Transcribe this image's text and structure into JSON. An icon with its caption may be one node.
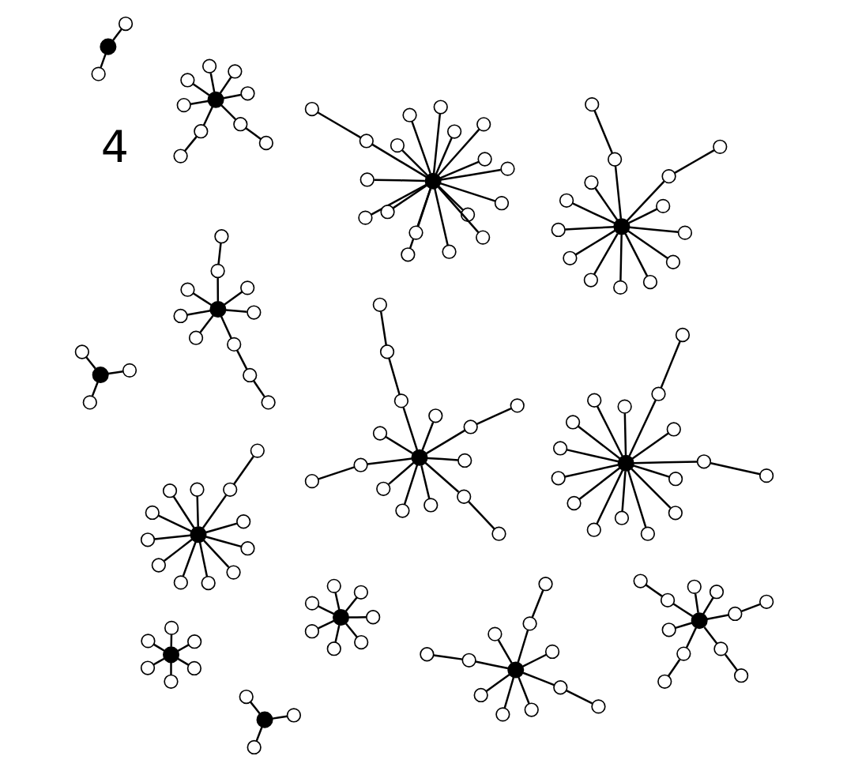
{
  "diagram": {
    "nodes": [
      {
        "text": [],
        "shape": "circle"
      },
      {
        "text": [],
        "shape": "circle"
      },
      {
        "text": [],
        "shape": "circle"
      },
      {
        "text": [],
        "shape": "circle"
      },
      {
        "text": [],
        "shape": "circle"
      },
      {
        "text": [],
        "shape": "circle"
      },
      {
        "text": [],
        "shape": "circle"
      },
      {
        "text": [],
        "shape": "circle"
      },
      {
        "text": [],
        "shape": "circle"
      },
      {
        "text": [],
        "shape": "circle"
      },
      {
        "text": [],
        "shape": "circle"
      },
      {
        "text": [],
        "shape": "circle"
      },
      {
        "text": [],
        "shape": "circle"
      },
      {
        "text": [],
        "shape": "circle"
      },
      {
        "text": [],
        "shape": "circle"
      },
      {
        "text": [],
        "shape": "circle"
      },
      {
        "text": [],
        "shape": "circle"
      },
      {
        "text": [],
        "shape": "circle"
      },
      {
        "text": [],
        "shape": "circle"
      },
      {
        "text": [],
        "shape": "circle"
      },
      {
        "text": [],
        "shape": "circle"
      },
      {
        "text": [],
        "shape": "circle"
      },
      {
        "text": [],
        "shape": "circle"
      },
      {
        "text": [],
        "shape": "circle"
      },
      {
        "text": [],
        "shape": "circle"
      },
      {
        "text": [],
        "shape": "circle"
      },
      {
        "text": [],
        "shape": "circle"
      },
      {
        "text": [],
        "shape": "circle"
      },
      {
        "text": [],
        "shape": "circle"
      },
      {
        "text": [],
        "shape": "circle"
      },
      {
        "text": [],
        "shape": "circle"
      },
      {
        "text": [],
        "shape": "circle"
      },
      {
        "text": [],
        "shape": "circle"
      },
      {
        "text": [],
        "shape": "circle"
      },
      {
        "text": [],
        "shape": "circle"
      },
      {
        "text": [],
        "shape": "circle"
      },
      {
        "text": [],
        "shape": "circle"
      },
      {
        "text": [],
        "shape": "circle"
      },
      {
        "text": [],
        "shape": "circle"
      },
      {
        "text": [],
        "shape": "circle"
      },
      {
        "text": [],
        "shape": "circle"
      },
      {
        "text": [],
        "shape": "circle"
      },
      {
        "text": [],
        "shape": "circle"
      },
      {
        "text": [],
        "shape": "circle"
      },
      {
        "text": [],
        "shape": "circle"
      },
      {
        "text": [],
        "shape": "circle"
      },
      {
        "text": [],
        "shape": "circle"
      },
      {
        "text": [],
        "shape": "circle"
      },
      {
        "text": [],
        "shape": "circle"
      },
      {
        "text": [],
        "shape": "circle"
      },
      {
        "text": [],
        "shape": "circle"
      },
      {
        "text": [],
        "shape": "circle"
      },
      {
        "text": [],
        "shape": "circle"
      },
      {
        "text": [],
        "shape": "circle"
      },
      {
        "text": [],
        "shape": "circle"
      },
      {
        "text": [],
        "shape": "circle"
      },
      {
        "text": [],
        "shape": "circle"
      },
      {
        "text": [],
        "shape": "circle"
      },
      {
        "text": [],
        "shape": "circle"
      },
      {
        "text": [],
        "shape": "circle"
      },
      {
        "text": [],
        "shape": "circle"
      },
      {
        "text": [],
        "shape": "circle"
      },
      {
        "text": [],
        "shape": "circle"
      },
      {
        "text": [],
        "shape": "circle"
      },
      {
        "text": [],
        "shape": "circle"
      },
      {
        "text": [],
        "shape": "circle"
      },
      {
        "text": [],
        "shape": "circle"
      },
      {
        "text": [],
        "shape": "circle"
      },
      {
        "text": [],
        "shape": "circle"
      },
      {
        "text": [],
        "shape": "circle"
      },
      {
        "text": [],
        "shape": "circle"
      },
      {
        "text": [],
        "shape": "circle"
      },
      {
        "text": [],
        "shape": "circle"
      },
      {
        "text": [],
        "shape": "circle"
      },
      {
        "text": [],
        "shape": "circle"
      },
      {
        "text": [],
        "shape": "circle"
      },
      {
        "text": [],
        "shape": "circle"
      },
      {
        "text": [],
        "shape": "circle"
      },
      {
        "text": [],
        "shape": "circle"
      },
      {
        "text": [],
        "shape": "circle"
      },
      {
        "text": [],
        "shape": "circle"
      },
      {
        "text": [],
        "shape": "circle"
      },
      {
        "text": [],
        "shape": "circle"
      },
      {
        "text": [],
        "shape": "circle"
      },
      {
        "text": [],
        "shape": "circle"
      },
      {
        "text": [],
        "shape": "circle"
      },
      {
        "text": [],
        "shape": "circle"
      },
      {
        "text": [],
        "shape": "circle"
      },
      {
        "text": [],
        "shape": "circle"
      },
      {
        "text": [],
        "shape": "circle"
      },
      {
        "text": [],
        "shape": "circle"
      },
      {
        "text": [],
        "shape": "circle"
      },
      {
        "text": [],
        "shape": "circle"
      },
      {
        "text": [],
        "shape": "circle"
      },
      {
        "text": [],
        "shape": "circle"
      },
      {
        "text": [],
        "shape": "circle"
      },
      {
        "text": [],
        "shape": "circle"
      },
      {
        "text": [],
        "shape": "circle"
      },
      {
        "text": [],
        "shape": "circle"
      },
      {
        "text": [],
        "shape": "circle"
      },
      {
        "text": [],
        "shape": "circle"
      },
      {
        "text": [],
        "shape": "circle"
      },
      {
        "text": [],
        "shape": "circle"
      },
      {
        "text": [],
        "shape": "circle"
      },
      {
        "text": [],
        "shape": "circle"
      },
      {
        "text": [],
        "shape": "circle"
      },
      {
        "text": [],
        "shape": "circle"
      },
      {
        "text": [],
        "shape": "circle"
      },
      {
        "text": [],
        "shape": "circle"
      },
      {
        "text": [],
        "shape": "circle"
      },
      {
        "text": [],
        "shape": "circle"
      },
      {
        "text": [],
        "shape": "circle"
      },
      {
        "text": [],
        "shape": "circle"
      },
      {
        "text": [],
        "shape": "circle"
      },
      {
        "text": [],
        "shape": "circle"
      },
      {
        "text": [],
        "shape": "circle"
      },
      {
        "text": [],
        "shape": "circle"
      },
      {
        "text": [],
        "shape": "circle"
      },
      {
        "text": [],
        "shape": "circle"
      },
      {
        "text": [],
        "shape": "circle"
      },
      {
        "text": [],
        "shape": "circle"
      },
      {
        "text": [],
        "shape": "circle"
      },
      {
        "text": [],
        "shape": "circle"
      },
      {
        "text": [],
        "shape": "circle"
      },
      {
        "text": [],
        "shape": "circle"
      },
      {
        "text": [],
        "shape": "circle"
      },
      {
        "text": [],
        "shape": "circle"
      },
      {
        "text": [],
        "shape": "circle"
      },
      {
        "text": [],
        "shape": "circle"
      },
      {
        "text": [],
        "shape": "circle"
      },
      {
        "text": [],
        "shape": "circle"
      },
      {
        "text": [],
        "shape": "circle"
      },
      {
        "text": [],
        "shape": "circle"
      },
      {
        "text": [],
        "shape": "circle"
      },
      {
        "text": [],
        "shape": "circle"
      },
      {
        "text": [],
        "shape": "circle"
      },
      {
        "text": [],
        "shape": "circle"
      },
      {
        "text": [],
        "shape": "circle"
      },
      {
        "text": [],
        "shape": "circle"
      },
      {
        "text": [],
        "shape": "circle"
      },
      {
        "text": [],
        "shape": "circle"
      },
      {
        "text": [],
        "shape": "circle"
      },
      {
        "text": [],
        "shape": "circle"
      },
      {
        "text": [],
        "shape": "circle"
      },
      {
        "text": [],
        "shape": "circle"
      },
      {
        "text": [],
        "shape": "circle"
      },
      {
        "text": [],
        "shape": "circle"
      },
      {
        "text": [],
        "shape": "circle"
      },
      {
        "text": [],
        "shape": "circle"
      },
      {
        "text": [],
        "shape": "circle"
      },
      {
        "text": [],
        "shape": "circle"
      }
    ],
    "edges": [
      {
        "from": 0,
        "to": 1,
        "arrow": "none"
      },
      {
        "from": 0,
        "to": 2,
        "arrow": "none"
      },
      {
        "from": 0,
        "to": 3,
        "arrow": "none"
      },
      {
        "from": 0,
        "to": 4,
        "arrow": "none"
      },
      {
        "from": 0,
        "to": 5,
        "arrow": "none"
      },
      {
        "from": 0,
        "to": 6,
        "arrow": "none"
      },
      {
        "from": 0,
        "to": 7,
        "arrow": "none"
      },
      {
        "from": 0,
        "to": 8,
        "arrow": "none"
      },
      {
        "from": 0,
        "to": 9,
        "arrow": "none"
      },
      {
        "from": 0,
        "to": 10,
        "arrow": "none"
      },
      {
        "from": 0,
        "to": 11,
        "arrow": "none"
      },
      {
        "from": 0,
        "to": 12,
        "arrow": "none"
      },
      {
        "from": 0,
        "to": 13,
        "arrow": "none"
      },
      {
        "from": 0,
        "to": 14,
        "arrow": "none"
      },
      {
        "from": 14,
        "to": 15,
        "arrow": "none"
      },
      {
        "from": 13,
        "to": 16,
        "arrow": "none"
      },
      {
        "from": 17,
        "to": 18,
        "arrow": "none"
      },
      {
        "from": 17,
        "to": 19,
        "arrow": "none"
      },
      {
        "from": 17,
        "to": 20,
        "arrow": "none"
      },
      {
        "from": 21,
        "to": 22,
        "arrow": "none"
      },
      {
        "from": 21,
        "to": 23,
        "arrow": "none"
      },
      {
        "from": 21,
        "to": 24,
        "arrow": "none"
      },
      {
        "from": 21,
        "to": 25,
        "arrow": "none"
      },
      {
        "from": 21,
        "to": 26,
        "arrow": "none"
      },
      {
        "from": 21,
        "to": 27,
        "arrow": "none"
      },
      {
        "from": 21,
        "to": 28,
        "arrow": "none"
      },
      {
        "from": 21,
        "to": 29,
        "arrow": "none"
      },
      {
        "from": 21,
        "to": 30,
        "arrow": "none"
      },
      {
        "from": 21,
        "to": 31,
        "arrow": "none"
      },
      {
        "from": 21,
        "to": 32,
        "arrow": "none"
      },
      {
        "from": 21,
        "to": 33,
        "arrow": "none"
      },
      {
        "from": 25,
        "to": 34,
        "arrow": "none"
      },
      {
        "from": 29,
        "to": 35,
        "arrow": "none"
      },
      {
        "from": 36,
        "to": 37,
        "arrow": "none"
      },
      {
        "from": 36,
        "to": 38,
        "arrow": "none"
      },
      {
        "from": 36,
        "to": 39,
        "arrow": "none"
      },
      {
        "from": 36,
        "to": 40,
        "arrow": "none"
      },
      {
        "from": 36,
        "to": 41,
        "arrow": "none"
      },
      {
        "from": 36,
        "to": 42,
        "arrow": "none"
      },
      {
        "from": 36,
        "to": 43,
        "arrow": "none"
      },
      {
        "from": 36,
        "to": 44,
        "arrow": "none"
      },
      {
        "from": 40,
        "to": 45,
        "arrow": "none"
      },
      {
        "from": 41,
        "to": 46,
        "arrow": "none"
      },
      {
        "from": 42,
        "to": 47,
        "arrow": "none"
      },
      {
        "from": 48,
        "to": 49,
        "arrow": "none"
      },
      {
        "from": 48,
        "to": 50,
        "arrow": "none"
      },
      {
        "from": 48,
        "to": 51,
        "arrow": "none"
      },
      {
        "from": 48,
        "to": 52,
        "arrow": "none"
      },
      {
        "from": 48,
        "to": 53,
        "arrow": "none"
      },
      {
        "from": 48,
        "to": 54,
        "arrow": "none"
      },
      {
        "from": 48,
        "to": 55,
        "arrow": "none"
      },
      {
        "from": 50,
        "to": 56,
        "arrow": "none"
      },
      {
        "from": 52,
        "to": 57,
        "arrow": "none"
      },
      {
        "from": 53,
        "to": 58,
        "arrow": "none"
      },
      {
        "from": 55,
        "to": 59,
        "arrow": "none"
      },
      {
        "from": 60,
        "to": 61,
        "arrow": "none"
      },
      {
        "from": 60,
        "to": 62,
        "arrow": "none"
      },
      {
        "from": 60,
        "to": 63,
        "arrow": "none"
      },
      {
        "from": 60,
        "to": 64,
        "arrow": "none"
      },
      {
        "from": 60,
        "to": 65,
        "arrow": "none"
      },
      {
        "from": 60,
        "to": 66,
        "arrow": "none"
      },
      {
        "from": 60,
        "to": 67,
        "arrow": "none"
      },
      {
        "from": 60,
        "to": 68,
        "arrow": "none"
      },
      {
        "from": 60,
        "to": 69,
        "arrow": "none"
      },
      {
        "from": 60,
        "to": 70,
        "arrow": "none"
      },
      {
        "from": 66,
        "to": 71,
        "arrow": "none"
      },
      {
        "from": 65,
        "to": 72,
        "arrow": "none"
      },
      {
        "from": 69,
        "to": 73,
        "arrow": "none"
      },
      {
        "from": 70,
        "to": 74,
        "arrow": "none"
      },
      {
        "from": 74,
        "to": 75,
        "arrow": "none"
      },
      {
        "from": 76,
        "to": 77,
        "arrow": "none"
      },
      {
        "from": 76,
        "to": 78,
        "arrow": "none"
      },
      {
        "from": 76,
        "to": 79,
        "arrow": "none"
      },
      {
        "from": 76,
        "to": 80,
        "arrow": "none"
      },
      {
        "from": 76,
        "to": 81,
        "arrow": "none"
      },
      {
        "from": 76,
        "to": 82,
        "arrow": "none"
      },
      {
        "from": 76,
        "to": 83,
        "arrow": "none"
      },
      {
        "from": 84,
        "to": 85,
        "arrow": "none"
      },
      {
        "from": 84,
        "to": 86,
        "arrow": "none"
      },
      {
        "from": 84,
        "to": 87,
        "arrow": "none"
      },
      {
        "from": 88,
        "to": 89,
        "arrow": "none"
      },
      {
        "from": 88,
        "to": 90,
        "arrow": "none"
      },
      {
        "from": 88,
        "to": 91,
        "arrow": "none"
      },
      {
        "from": 88,
        "to": 92,
        "arrow": "none"
      },
      {
        "from": 88,
        "to": 93,
        "arrow": "none"
      },
      {
        "from": 88,
        "to": 94,
        "arrow": "none"
      },
      {
        "from": 95,
        "to": 96,
        "arrow": "none"
      },
      {
        "from": 95,
        "to": 97,
        "arrow": "none"
      },
      {
        "from": 95,
        "to": 98,
        "arrow": "none"
      },
      {
        "from": 95,
        "to": 99,
        "arrow": "none"
      },
      {
        "from": 95,
        "to": 100,
        "arrow": "none"
      },
      {
        "from": 95,
        "to": 101,
        "arrow": "none"
      },
      {
        "from": 95,
        "to": 102,
        "arrow": "none"
      },
      {
        "from": 95,
        "to": 103,
        "arrow": "none"
      },
      {
        "from": 95,
        "to": 104,
        "arrow": "none"
      },
      {
        "from": 95,
        "to": 105,
        "arrow": "none"
      },
      {
        "from": 95,
        "to": 106,
        "arrow": "none"
      },
      {
        "from": 95,
        "to": 107,
        "arrow": "none"
      },
      {
        "from": 95,
        "to": 108,
        "arrow": "none"
      },
      {
        "from": 95,
        "to": 109,
        "arrow": "none"
      },
      {
        "from": 95,
        "to": 110,
        "arrow": "none"
      },
      {
        "from": 95,
        "to": 111,
        "arrow": "none"
      },
      {
        "from": 95,
        "to": 112,
        "arrow": "none"
      },
      {
        "from": 112,
        "to": 113,
        "arrow": "none"
      },
      {
        "from": 114,
        "to": 115,
        "arrow": "none"
      },
      {
        "from": 114,
        "to": 116,
        "arrow": "none"
      },
      {
        "from": 114,
        "to": 117,
        "arrow": "none"
      },
      {
        "from": 114,
        "to": 118,
        "arrow": "none"
      },
      {
        "from": 114,
        "to": 119,
        "arrow": "none"
      },
      {
        "from": 114,
        "to": 120,
        "arrow": "none"
      },
      {
        "from": 114,
        "to": 121,
        "arrow": "none"
      },
      {
        "from": 116,
        "to": 122,
        "arrow": "none"
      },
      {
        "from": 121,
        "to": 123,
        "arrow": "none"
      },
      {
        "from": 124,
        "to": 125,
        "arrow": "none"
      },
      {
        "from": 124,
        "to": 126,
        "arrow": "none"
      },
      {
        "from": 124,
        "to": 127,
        "arrow": "none"
      },
      {
        "from": 124,
        "to": 128,
        "arrow": "none"
      },
      {
        "from": 124,
        "to": 129,
        "arrow": "none"
      },
      {
        "from": 124,
        "to": 130,
        "arrow": "none"
      },
      {
        "from": 124,
        "to": 131,
        "arrow": "none"
      },
      {
        "from": 124,
        "to": 132,
        "arrow": "none"
      },
      {
        "from": 124,
        "to": 133,
        "arrow": "none"
      },
      {
        "from": 124,
        "to": 134,
        "arrow": "none"
      },
      {
        "from": 124,
        "to": 135,
        "arrow": "none"
      },
      {
        "from": 129,
        "to": 136,
        "arrow": "none"
      },
      {
        "from": 137,
        "to": 138,
        "arrow": "none"
      },
      {
        "from": 137,
        "to": 139,
        "arrow": "none"
      },
      {
        "from": 137,
        "to": 140,
        "arrow": "none"
      },
      {
        "from": 137,
        "to": 141,
        "arrow": "none"
      },
      {
        "from": 137,
        "to": 142,
        "arrow": "none"
      },
      {
        "from": 137,
        "to": 143,
        "arrow": "none"
      },
      {
        "from": 137,
        "to": 144,
        "arrow": "none"
      },
      {
        "from": 144,
        "to": 145,
        "arrow": "none"
      },
      {
        "from": 145,
        "to": 146,
        "arrow": "none"
      },
      {
        "from": 142,
        "to": 147,
        "arrow": "none"
      },
      {
        "from": 148,
        "to": 149,
        "arrow": "none"
      },
      {
        "from": 148,
        "to": 150,
        "arrow": "none"
      }
    ],
    "labels": [
      "4"
    ]
  }
}
